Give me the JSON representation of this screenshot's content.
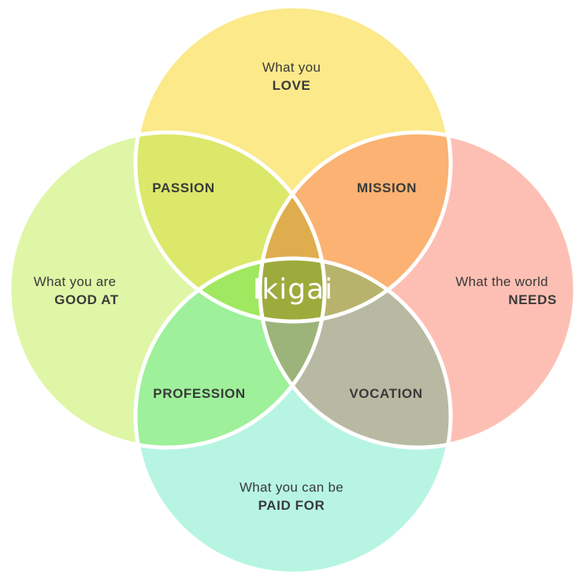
{
  "outer": {
    "love": {
      "line1": "What you",
      "line2": "LOVE"
    },
    "good_at": {
      "line1": "What you are",
      "line2": "GOOD AT"
    },
    "needs": {
      "line1": "What the world",
      "line2": "NEEDS"
    },
    "paid_for": {
      "line1": "What you can be",
      "line2": "PAID FOR"
    }
  },
  "overlaps": {
    "passion": "PASSION",
    "mission": "MISSION",
    "profession": "PROFESSION",
    "vocation": "VOCATION"
  },
  "center": "Ikigai",
  "colors": {
    "love": "#fbe98a",
    "good_at": "#dff6a6",
    "needs": "#fdbfb4",
    "paid_for": "#b7f5e2",
    "passion": "#dbe86a",
    "mission": "#fbb272",
    "profession": "#9ef09a",
    "vocation": "#b8b9a2",
    "top_lens": "#dfad4e",
    "left_lens": "#9fe85f",
    "right_lens": "#b8b36c",
    "bottom_lens": "#9cb47a",
    "ikigai": "#9dab3d",
    "stroke": "#ffffff"
  }
}
